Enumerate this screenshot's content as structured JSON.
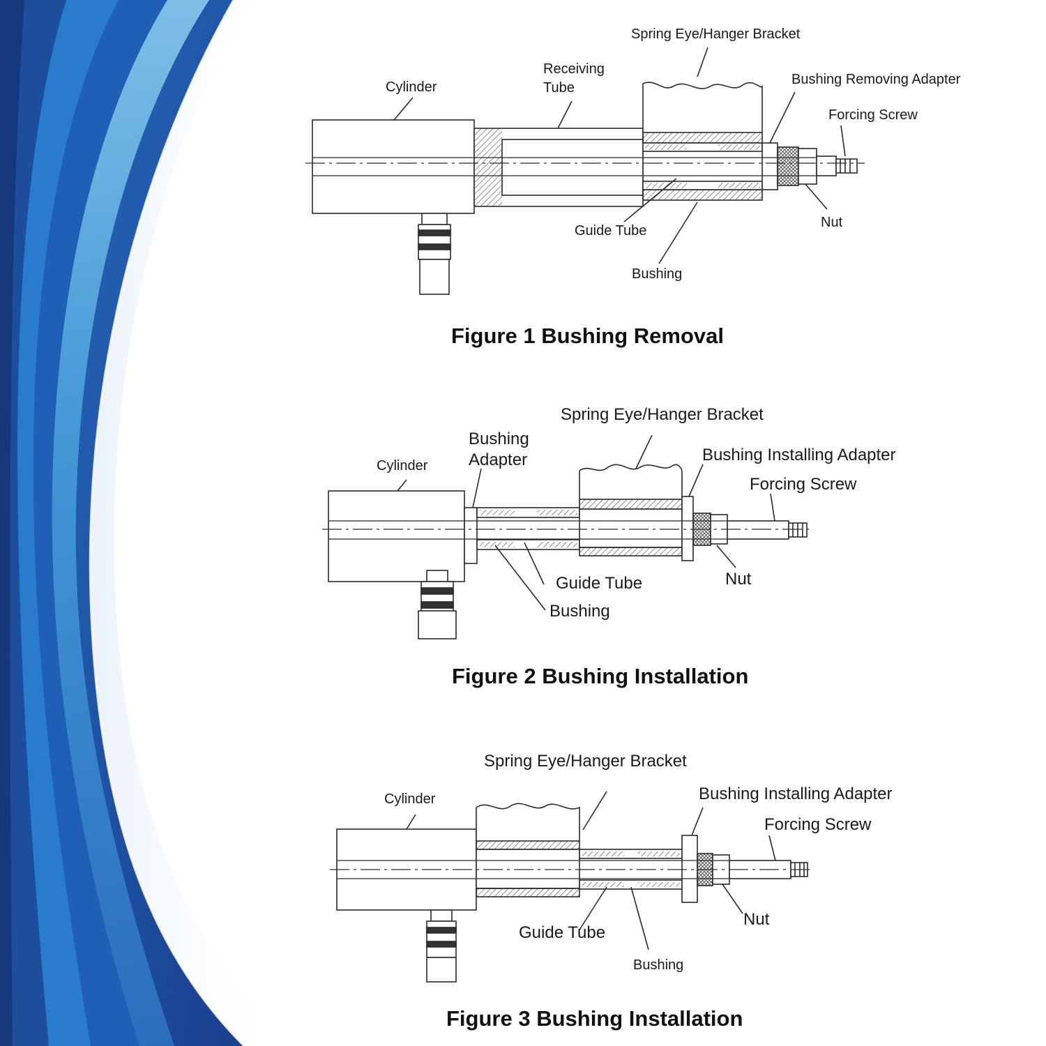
{
  "colors": {
    "wave_dark": "#1f56a8",
    "wave_mid": "#2f7fd0",
    "wave_light": "#7cc4ea",
    "wave_pale": "#d7e6f5",
    "line": "#2a2a2a"
  },
  "figure1": {
    "caption": "Figure 1 Bushing Removal",
    "labels": {
      "cylinder": "Cylinder",
      "receiving_tube_1": "Receiving",
      "receiving_tube_2": "Tube",
      "spring_eye": "Spring Eye/Hanger Bracket",
      "bushing_removing_adapter": "Bushing Removing Adapter",
      "forcing_screw": "Forcing Screw",
      "guide_tube": "Guide Tube",
      "bushing": "Bushing",
      "nut": "Nut"
    }
  },
  "figure2": {
    "caption": "Figure 2 Bushing Installation",
    "labels": {
      "cylinder": "Cylinder",
      "bushing_adapter_1": "Bushing",
      "bushing_adapter_2": "Adapter",
      "spring_eye": "Spring Eye/Hanger Bracket",
      "bushing_installing_adapter": "Bushing Installing Adapter",
      "forcing_screw": "Forcing Screw",
      "guide_tube": "Guide Tube",
      "bushing": "Bushing",
      "nut": "Nut"
    }
  },
  "figure3": {
    "caption": "Figure 3 Bushing Installation",
    "labels": {
      "cylinder": "Cylinder",
      "spring_eye": "Spring Eye/Hanger Bracket",
      "bushing_installing_adapter": "Bushing Installing Adapter",
      "forcing_screw": "Forcing Screw",
      "guide_tube": "Guide Tube",
      "bushing": "Bushing",
      "nut": "Nut"
    }
  }
}
